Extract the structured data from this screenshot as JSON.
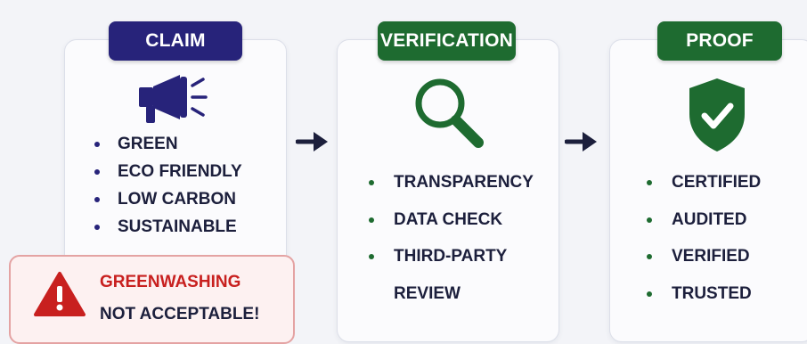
{
  "claim": {
    "title": "CLAIM",
    "icon": "megaphone-icon",
    "items": [
      "GREEN",
      "ECO FRIENDLY",
      "LOW CARBON",
      "SUSTAINABLE"
    ]
  },
  "verification": {
    "title": "VERIFICATION",
    "icon": "magnifying-glass-icon",
    "items": [
      "TRANSPARENCY",
      "DATA CHECK",
      "THIRD-PARTY",
      "REVIEW"
    ]
  },
  "proof": {
    "title": "PROOF",
    "icon": "shield-check-icon",
    "items": [
      "CERTIFIED",
      "AUDITED",
      "VERIFIED",
      "TRUSTED"
    ]
  },
  "warning": {
    "icon": "warning-triangle-icon",
    "line1": "GREENWASHING",
    "line2": "NOT ACCEPTABLE!"
  },
  "colors": {
    "claim_accent": "#27237a",
    "verification_accent": "#1e6b30",
    "proof_accent": "#1e6b30",
    "warning_red": "#c8201f",
    "arrow": "#1c1f3c"
  }
}
